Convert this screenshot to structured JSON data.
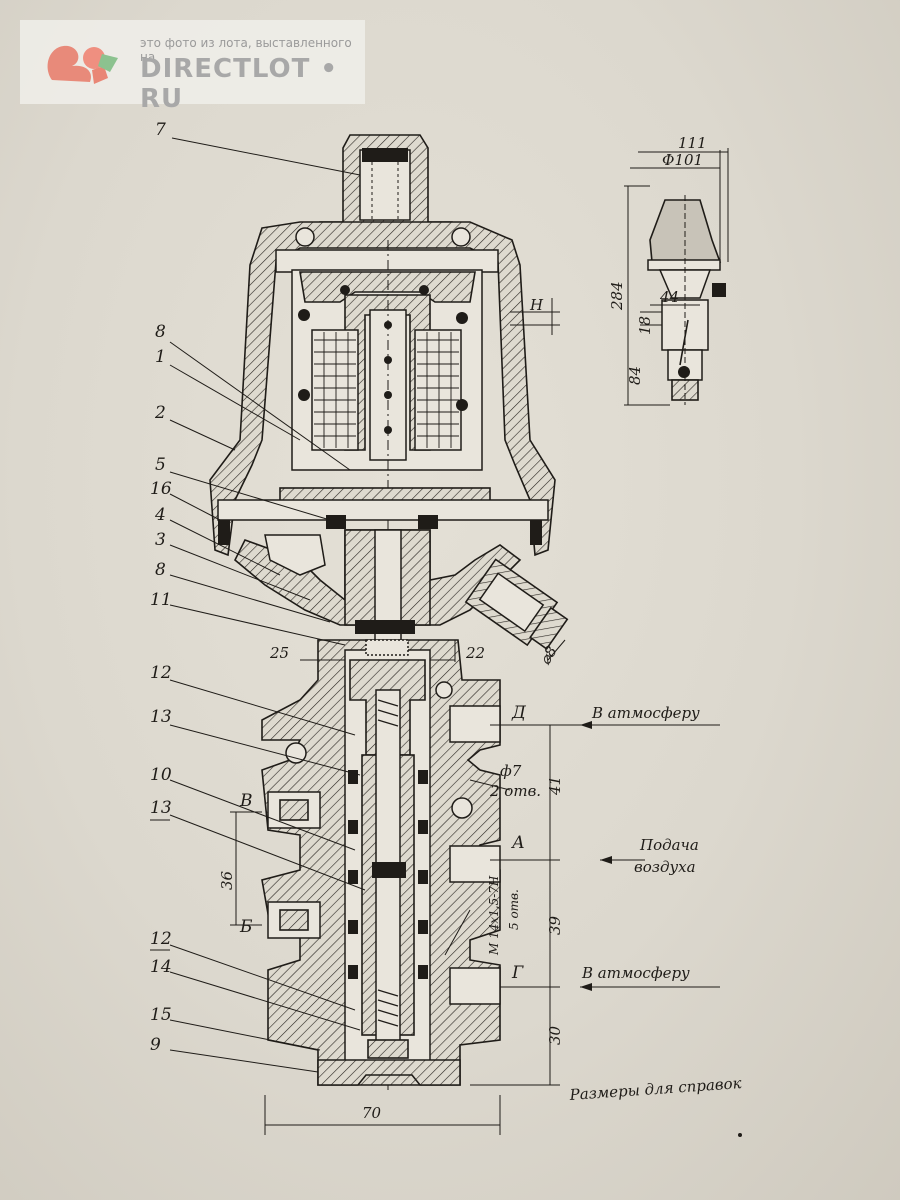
{
  "watermark": {
    "caption": "это фото из лота, выставленного на",
    "brand": "DIRECTLOT",
    "brand_sep": "•",
    "brand_tld": "RU"
  },
  "part_labels": [
    "7",
    "8",
    "1",
    "2",
    "5",
    "16",
    "4",
    "3",
    "8",
    "11",
    "12",
    "13",
    "10",
    "13",
    "12",
    "14",
    "15",
    "9"
  ],
  "dimensions": {
    "d25": "25",
    "d22": "22",
    "d41": "41",
    "d36": "36",
    "d39": "39",
    "d30": "30",
    "d70": "70",
    "d8": "⌀8",
    "dH": "Н",
    "d111": "111",
    "d101": "Ф101",
    "d284": "284",
    "d44": "44",
    "d18": "18",
    "d84": "84"
  },
  "ports": {
    "D": "Д",
    "V": "В",
    "A": "А",
    "B": "Б",
    "G": "Г"
  },
  "annotations": {
    "atm_top": "В атмосферу",
    "atm_bottom": "В атмосферу",
    "air_supply_1": "Подача",
    "air_supply_2": "воздуха",
    "holes_d7_1": "ф7",
    "holes_d7_2": "2 отв.",
    "thread_1": "М 14х1,5-7Н",
    "thread_2": "5 отв.",
    "reference": "Размеры для справок"
  }
}
